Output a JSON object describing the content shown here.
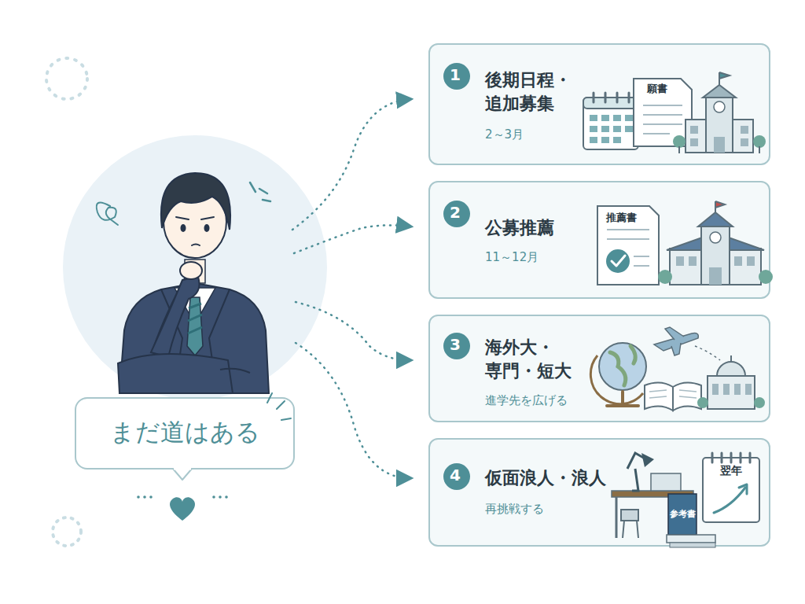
{
  "diagram": {
    "nodes": [
      {
        "text": [
          "まだ道はある"
        ]
      },
      {
        "text": [
          "後期日程・ 追加募集",
          "2～3月"
        ]
      },
      {
        "text": [
          "1"
        ],
        "in": 1
      },
      {
        "text": [
          "公募推薦",
          "11～12月"
        ]
      },
      {
        "text": [
          "2"
        ],
        "in": 3
      },
      {
        "text": [
          "海外大・ 専門・短大",
          "進学先を広げる"
        ]
      },
      {
        "text": [
          "3"
        ],
        "in": 5
      },
      {
        "text": [
          "仮面浪人・浪人",
          "再挑戦する"
        ]
      },
      {
        "text": [
          "4"
        ],
        "in": 7
      }
    ],
    "labels": [
      "願書",
      "推薦書",
      "参考書",
      "翌年"
    ]
  }
}
